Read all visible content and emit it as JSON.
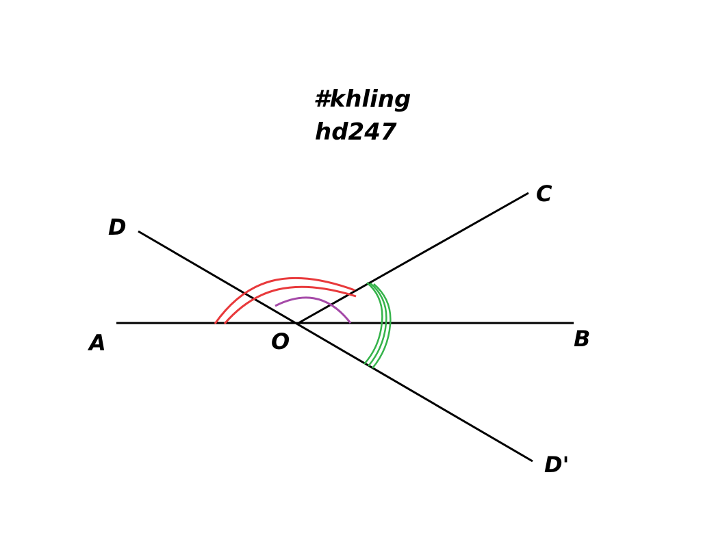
{
  "caption": {
    "line1": "#khling",
    "line2": "hd247"
  },
  "points": {
    "A": "A",
    "B": "B",
    "C": "C",
    "D": "D",
    "D_prime": "D'",
    "O": "O"
  },
  "colors": {
    "lines": "#000000",
    "arc_AOC": "#e8393b",
    "arc_COB_small": "#a54aa8",
    "arc_COD_prime": "#35b34a",
    "background": "#ffffff"
  }
}
